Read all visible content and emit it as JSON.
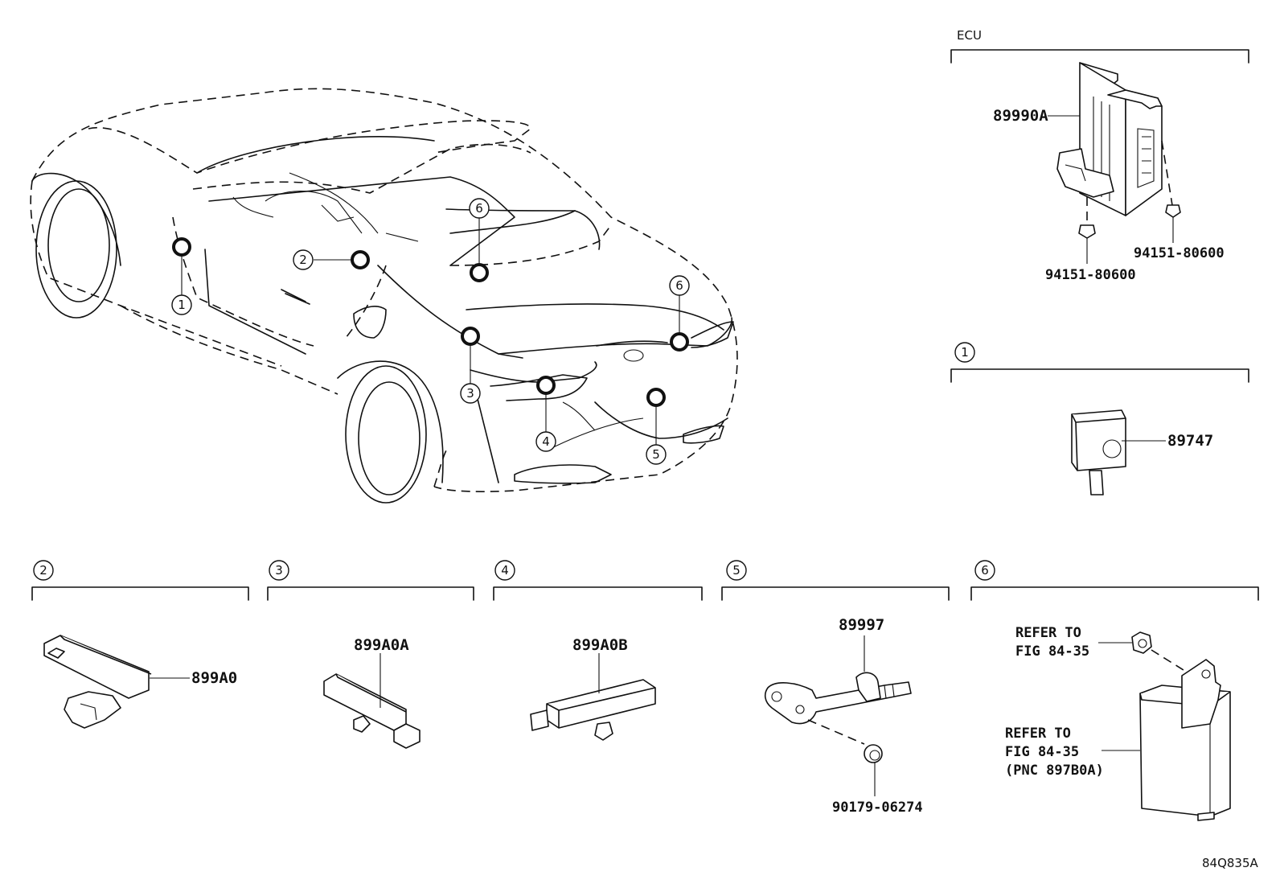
{
  "ecu_section": {
    "title": "ECU",
    "part_number": "89990A",
    "screw_left": "94151-80600",
    "screw_right": "94151-80600"
  },
  "sections": [
    {
      "number": "1",
      "parts": [
        "89747"
      ]
    },
    {
      "number": "2",
      "parts": [
        "899A0"
      ]
    },
    {
      "number": "3",
      "parts": [
        "899A0A"
      ]
    },
    {
      "number": "4",
      "parts": [
        "899A0B"
      ]
    },
    {
      "number": "5",
      "parts": [
        "89997",
        "90179-06274"
      ]
    },
    {
      "number": "6",
      "refer_top": [
        "REFER TO",
        "FIG 84-35"
      ],
      "refer_bottom": [
        "REFER TO",
        "FIG 84-35",
        "(PNC 897B0A)"
      ]
    }
  ],
  "car_callouts": [
    "1",
    "2",
    "3",
    "4",
    "5",
    "6",
    "6"
  ],
  "figure_code": "84Q835A"
}
